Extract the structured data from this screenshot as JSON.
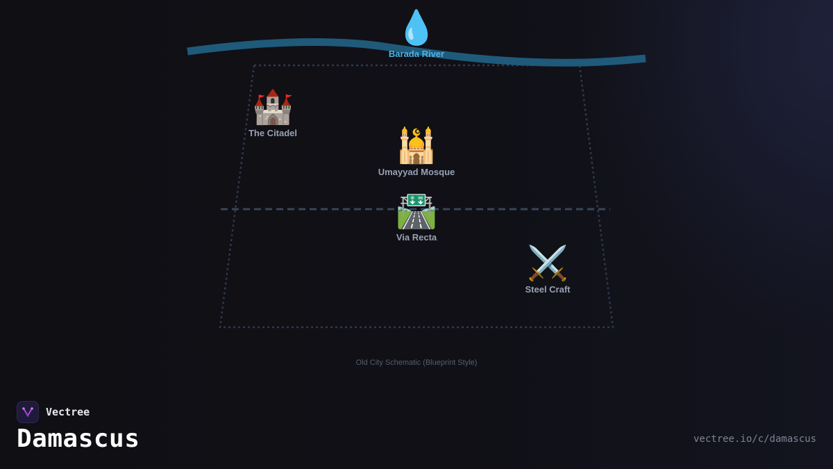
{
  "map": {
    "caption": "Old City Schematic (Blueprint Style)",
    "landmarks": [
      {
        "id": "river",
        "icon": "droplet-icon",
        "glyph": "💧",
        "label": "Barada River"
      },
      {
        "id": "citadel",
        "icon": "castle-icon",
        "glyph": "🏰",
        "label": "The Citadel"
      },
      {
        "id": "mosque",
        "icon": "mosque-icon",
        "glyph": "🕌",
        "label": "Umayyad Mosque"
      },
      {
        "id": "road",
        "icon": "motorway-icon",
        "glyph": "🛣️",
        "label": "Via Recta"
      },
      {
        "id": "steel",
        "icon": "crossed-swords-icon",
        "glyph": "⚔️",
        "label": "Steel Craft"
      }
    ],
    "colors": {
      "river": "#1f5a7a",
      "river_label": "#4fb1e3",
      "wall_outline": "#2f3a4c",
      "street_line": "#3a4557",
      "label": "#98a1b3"
    }
  },
  "brand": {
    "name": "Vectree",
    "logo_icon": "vectree-logo-icon",
    "accent": "#b04fe0"
  },
  "title": "Damascus",
  "url": "vectree.io/c/damascus"
}
